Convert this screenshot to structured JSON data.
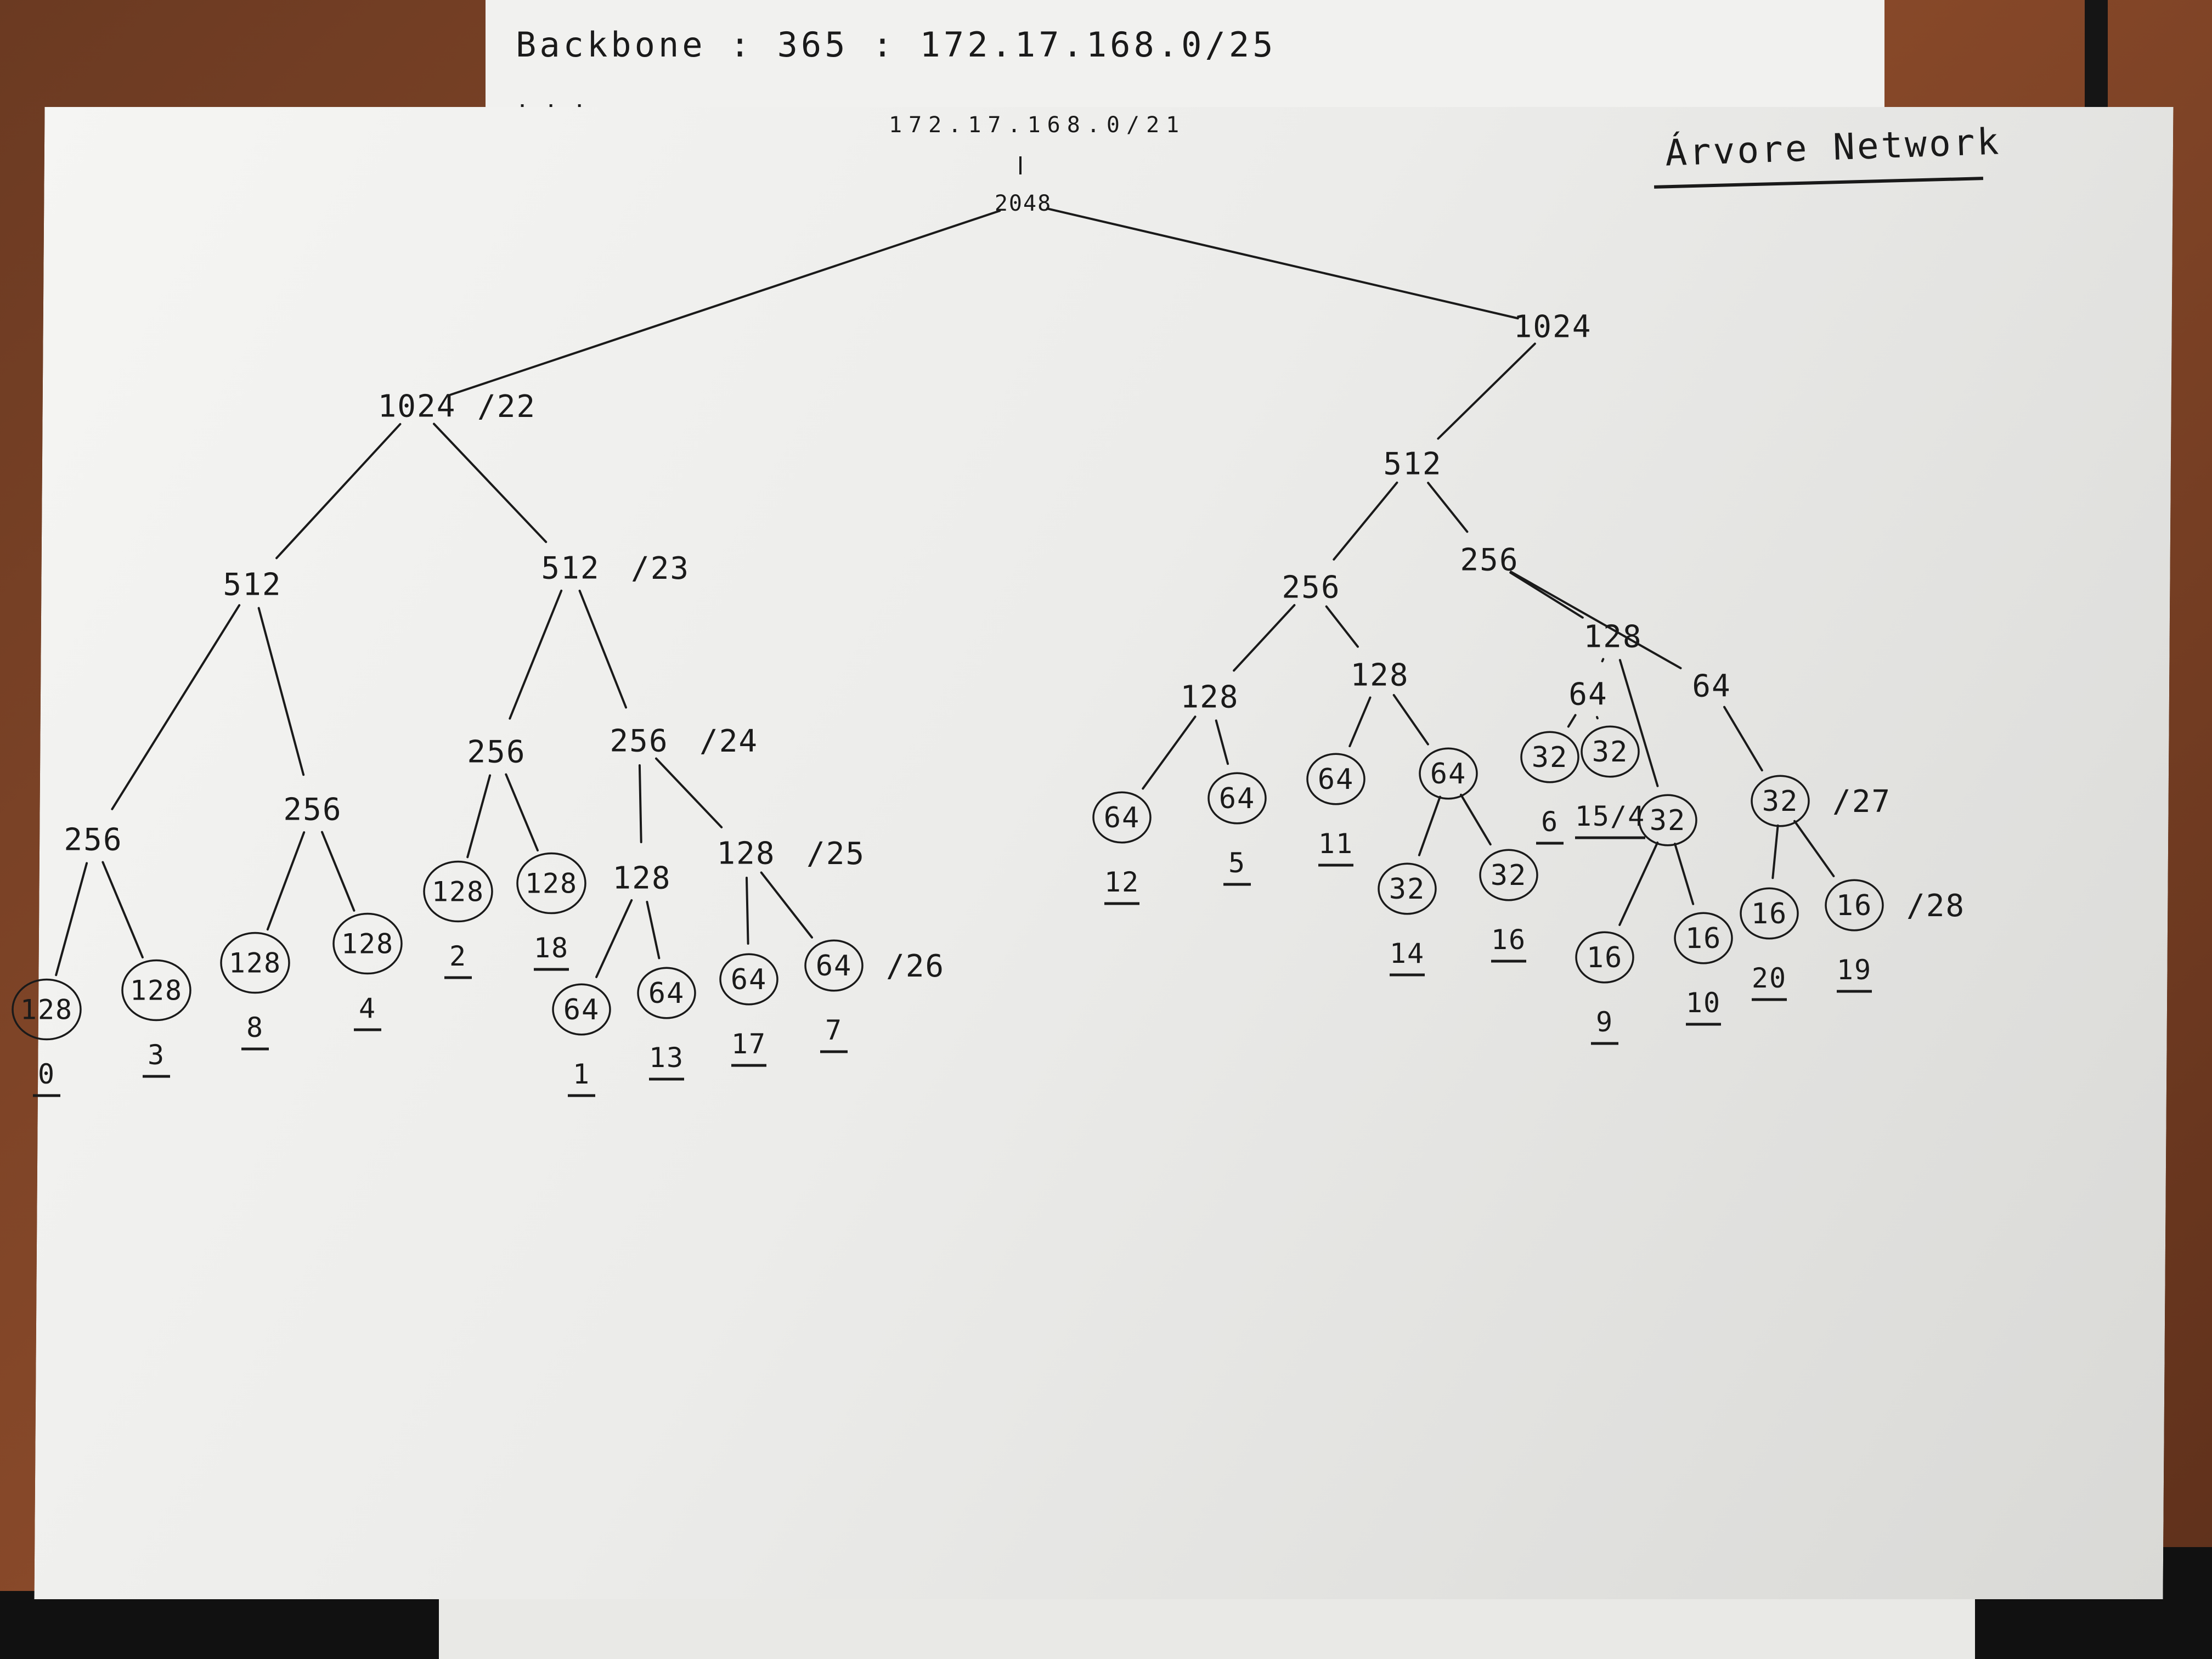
{
  "back_sheet": {
    "line1": "Backbone : 365 : 172.17.168.0/25",
    "line2": "..."
  },
  "title": "Árvore Network",
  "root": {
    "ip": "172.17.168.0/21",
    "size": "2048"
  },
  "nodes": [
    {
      "id": "r",
      "label": "2048"
    },
    {
      "id": "L",
      "label": "1024",
      "suffix": "/22"
    },
    {
      "id": "R",
      "label": "1024"
    },
    {
      "id": "L1",
      "label": "512"
    },
    {
      "id": "L2",
      "label": "512",
      "suffix": "/23"
    },
    {
      "id": "L1a",
      "label": "256"
    },
    {
      "id": "L1b",
      "label": "256"
    },
    {
      "id": "L2a",
      "label": "256"
    },
    {
      "id": "L2b",
      "label": "256",
      "suffix": "/24"
    },
    {
      "id": "L1a1",
      "label": "128",
      "circled": true,
      "tag": "0"
    },
    {
      "id": "L1a2",
      "label": "128",
      "circled": true,
      "tag": "3"
    },
    {
      "id": "L1b1",
      "label": "128",
      "circled": true,
      "tag": "8"
    },
    {
      "id": "L1b2",
      "label": "128",
      "circled": true,
      "tag": "4"
    },
    {
      "id": "L2a1",
      "label": "128",
      "circled": true,
      "tag": "2"
    },
    {
      "id": "L2a2",
      "label": "128",
      "circled": true,
      "tag": "18"
    },
    {
      "id": "L2b1",
      "label": "128"
    },
    {
      "id": "L2b2",
      "label": "128",
      "suffix": "/25"
    },
    {
      "id": "L2b1a",
      "label": "64",
      "circled": true,
      "tag": "1"
    },
    {
      "id": "L2b1b",
      "label": "64",
      "circled": true,
      "tag": "13"
    },
    {
      "id": "L2b2a",
      "label": "64",
      "circled": true,
      "tag": "17"
    },
    {
      "id": "L2b2b",
      "label": "64",
      "circled": true,
      "tag": "7",
      "suffix": "/26"
    },
    {
      "id": "R1",
      "label": "512"
    },
    {
      "id": "R1a",
      "label": "256"
    },
    {
      "id": "R1b",
      "label": "256"
    },
    {
      "id": "R1a1",
      "label": "128"
    },
    {
      "id": "R1a2",
      "label": "128"
    },
    {
      "id": "R1b1",
      "label": "128"
    },
    {
      "id": "R1b2",
      "label": "64"
    },
    {
      "id": "R1a1a",
      "label": "64",
      "circled": true,
      "tag": "12"
    },
    {
      "id": "R1a1b",
      "label": "64",
      "circled": true,
      "tag": "5"
    },
    {
      "id": "R1a2a",
      "label": "64",
      "circled": true,
      "tag": "11"
    },
    {
      "id": "R1a2b",
      "label": "64",
      "circled": true
    },
    {
      "id": "R1a2b1",
      "label": "32",
      "circled": true,
      "tag": "14"
    },
    {
      "id": "R1a2b2",
      "label": "32",
      "circled": true,
      "tag": "16"
    },
    {
      "id": "R1b1a",
      "label": "64"
    },
    {
      "id": "R1b1a1",
      "label": "32",
      "circled": true,
      "tag": "6"
    },
    {
      "id": "R1b1a2",
      "label": "32",
      "circled": true,
      "tag": "15/4"
    },
    {
      "id": "R1b1b",
      "label": "32",
      "circled": true
    },
    {
      "id": "R1b1b1",
      "label": "16",
      "circled": true,
      "tag": "9"
    },
    {
      "id": "R1b1b2",
      "label": "16",
      "circled": true,
      "tag": "10"
    },
    {
      "id": "R1b2b",
      "label": "32",
      "circled": true,
      "suffix": "/27"
    },
    {
      "id": "R1b2b1",
      "label": "16",
      "circled": true,
      "tag": "20"
    },
    {
      "id": "R1b2b2",
      "label": "16",
      "circled": true,
      "tag": "19",
      "suffix": "/28"
    }
  ],
  "colors": {
    "ink": "#1a1a1a",
    "paper": "#f2f2f0",
    "desk": "#7a4226"
  }
}
